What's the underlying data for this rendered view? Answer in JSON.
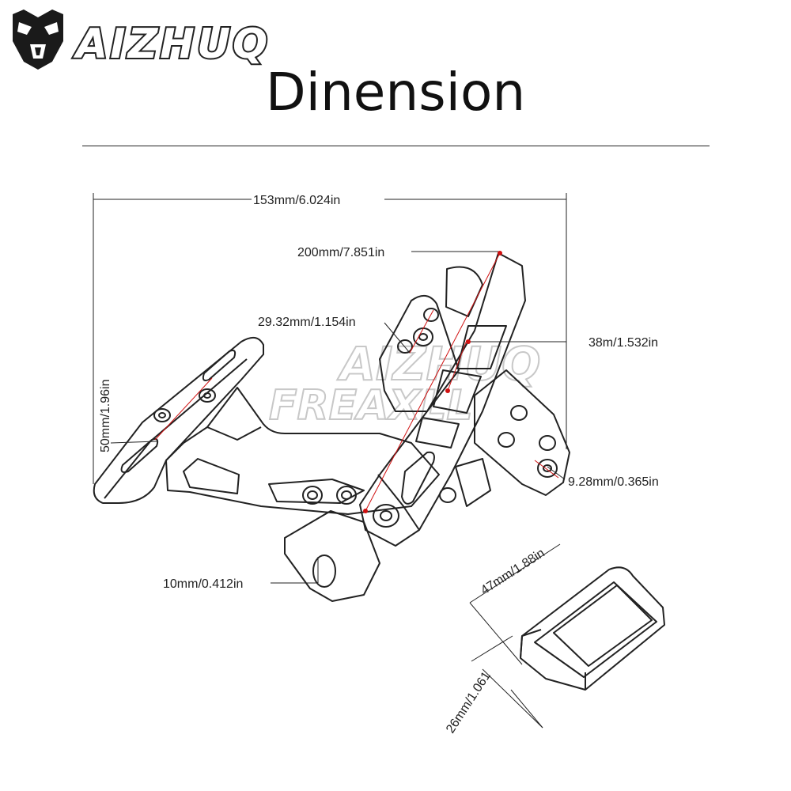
{
  "brand": {
    "name": "AIZHUQ",
    "logo_icon": "helmet-mask-icon"
  },
  "title": "Dinension",
  "watermark": {
    "line1": "AIZHUQ",
    "line2": "FREAXLL"
  },
  "dimensions": {
    "overall_width": "153mm/6.024in",
    "arm_length": "200mm/7.851in",
    "hole_spacing": "29.32mm/1.154in",
    "slot_width": "38m/1.532in",
    "plate_height": "50mm/1.96in",
    "small_hole": "9.28mm/0.365in",
    "mount_hole": "10mm/0.412in",
    "clip_length": "47mm/1.88in",
    "clip_height": "26mm/1.061"
  },
  "colors": {
    "line": "#222222",
    "marker": "#d01010",
    "watermark": "#c8c8c8"
  }
}
